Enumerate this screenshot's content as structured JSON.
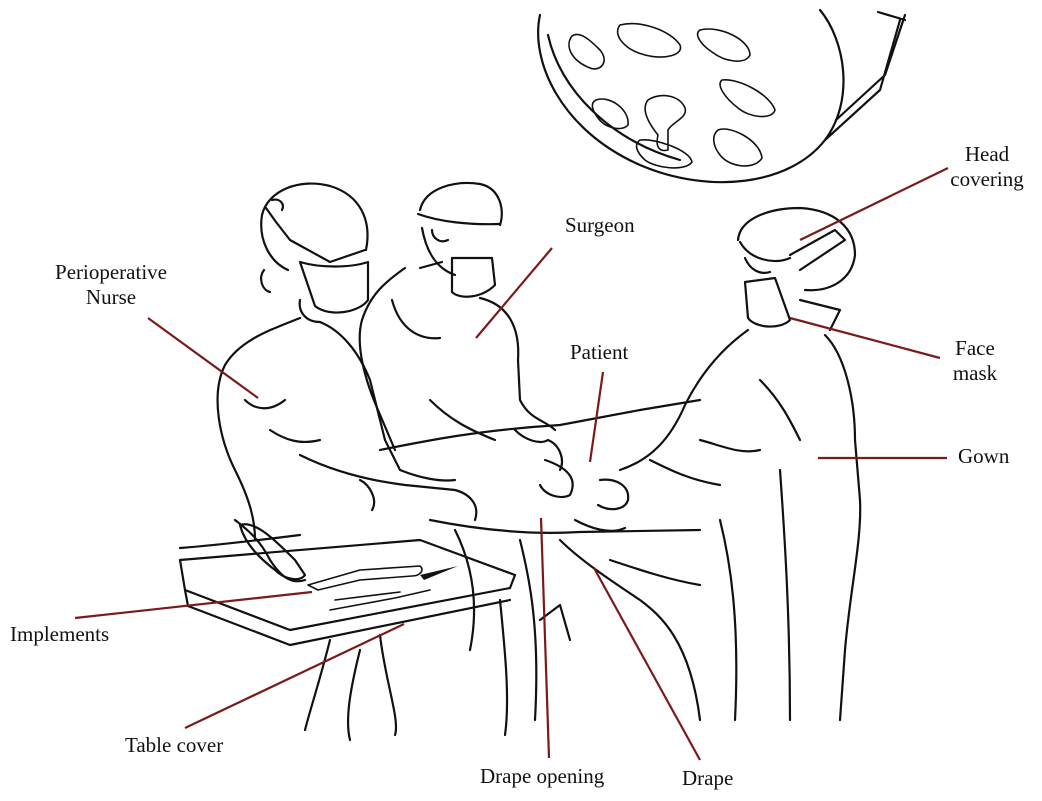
{
  "labels": {
    "perioperative_nurse": [
      "Perioperative",
      "Nurse"
    ],
    "surgeon": "Surgeon",
    "patient": "Patient",
    "head_covering": [
      "Head",
      "covering"
    ],
    "face_mask": [
      "Face",
      "mask"
    ],
    "gown": "Gown",
    "implements": "Implements",
    "table_cover": "Table cover",
    "drape_opening": "Drape opening",
    "drape": "Drape"
  },
  "colors": {
    "leader_line": "#7a1a1a",
    "ink": "#111111",
    "background": "#ffffff"
  }
}
